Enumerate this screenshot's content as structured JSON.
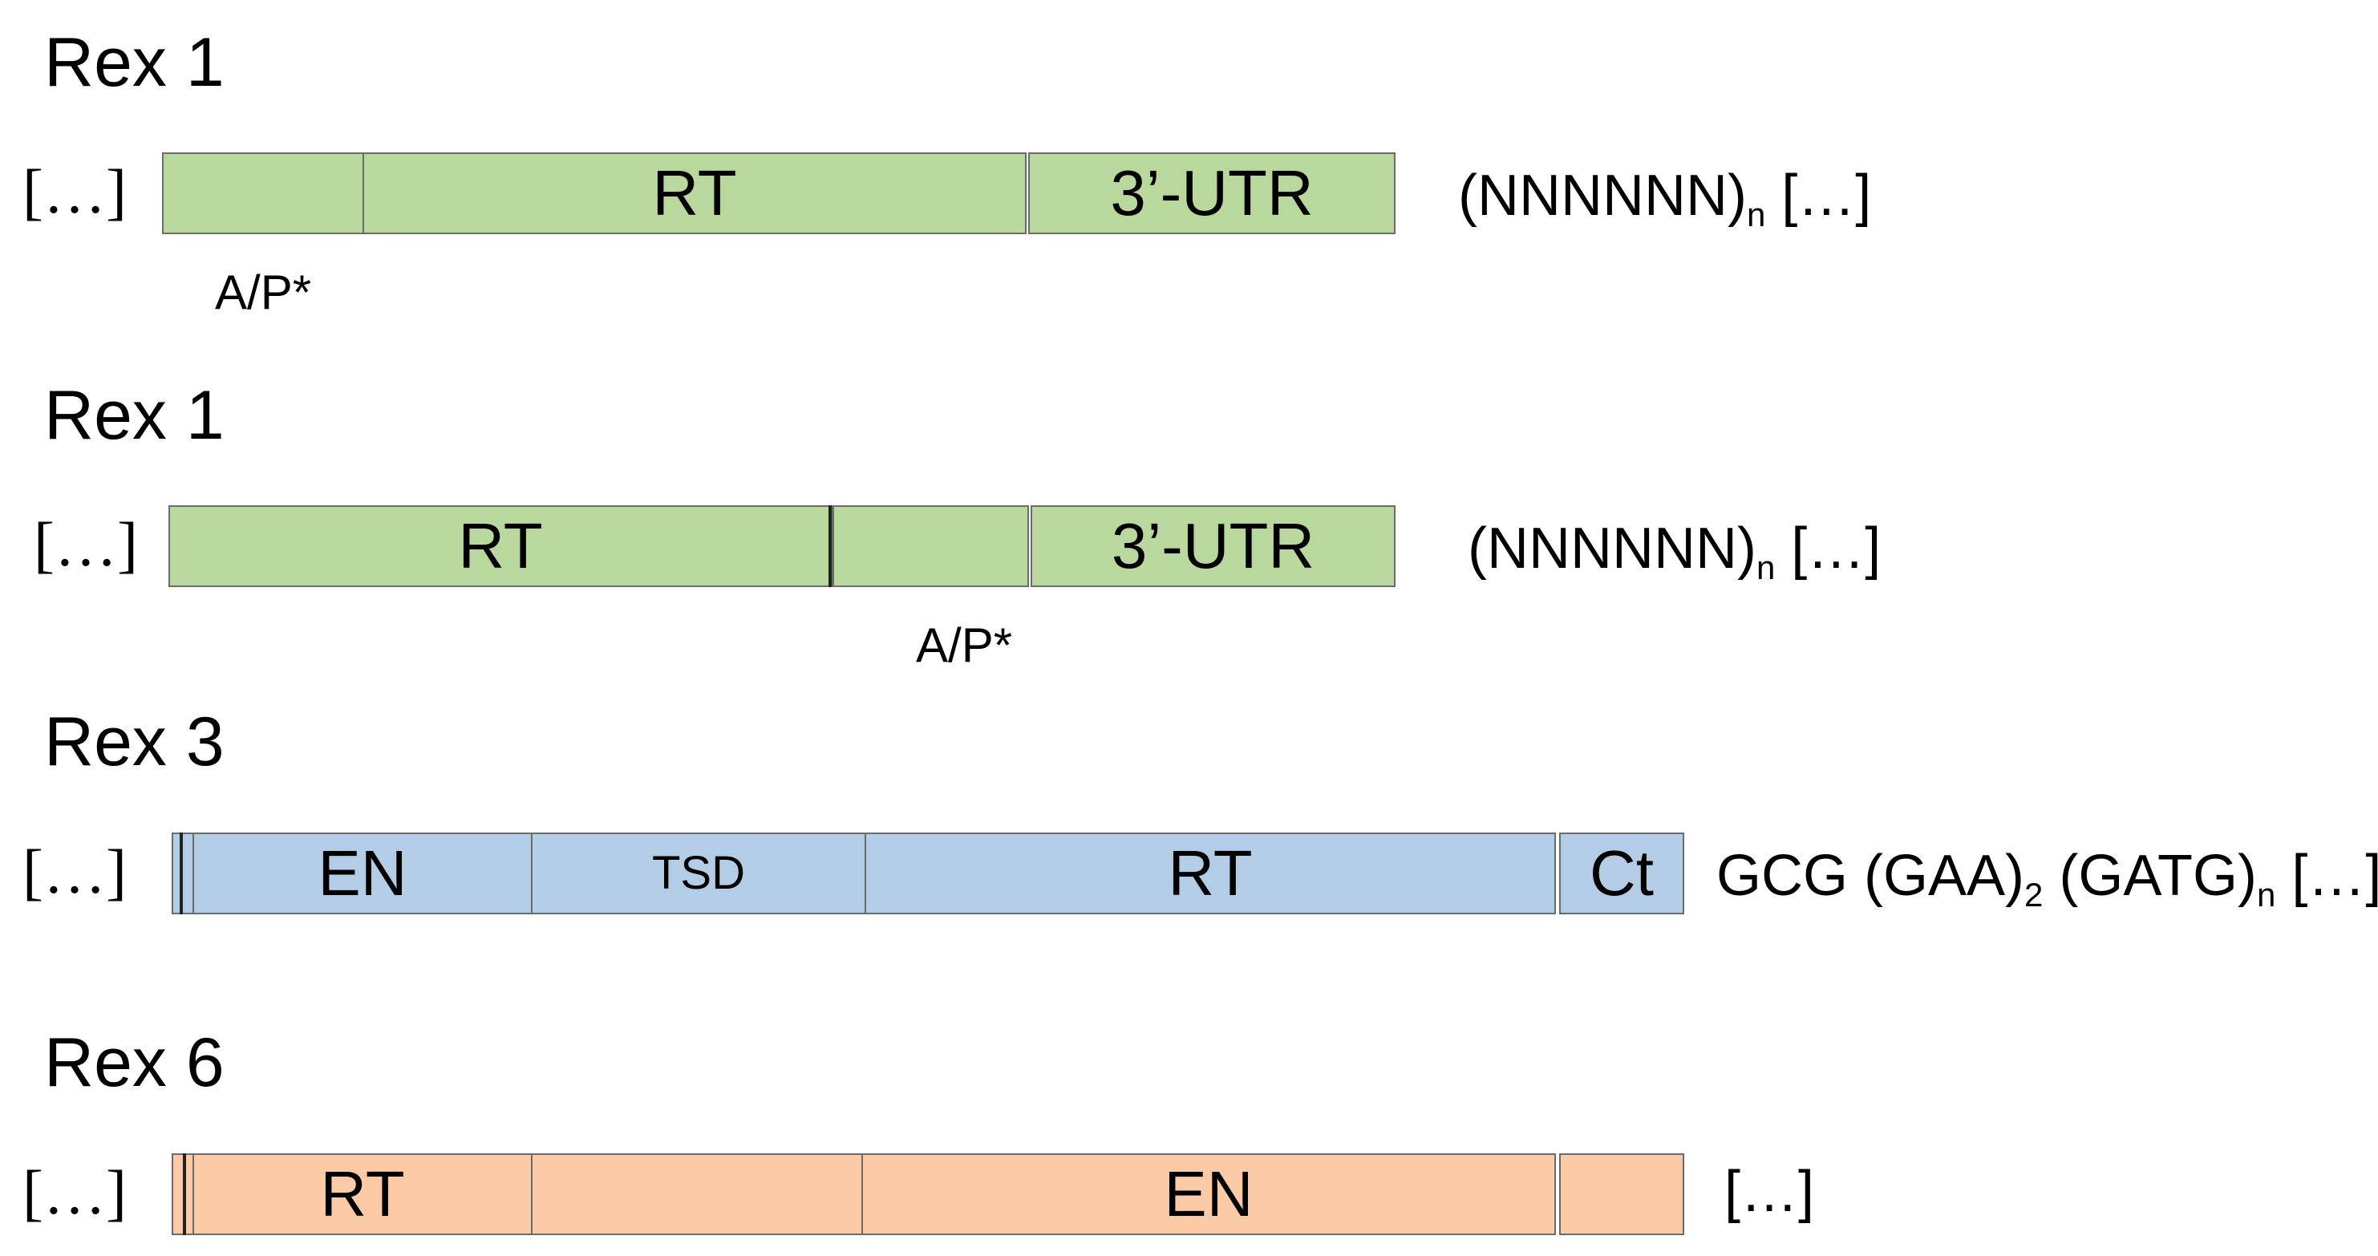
{
  "colors": {
    "rex1_fill": "#b9d89d",
    "rex3_fill": "#b3cde6",
    "rex6_fill": "#fbcaa6",
    "segment_border": "#6b6b6b"
  },
  "rows": [
    {
      "title": "Rex 1",
      "left_bracket": "[…]",
      "segments": [
        "",
        "RT",
        "3’-UTR"
      ],
      "marker": "A/P*",
      "tail": {
        "part1": "(NNNNNN)",
        "sub1": "n",
        "part2": " […]"
      }
    },
    {
      "title": "Rex 1",
      "left_bracket": "[…]",
      "segments": [
        "RT",
        "",
        "3’-UTR"
      ],
      "marker": "A/P*",
      "tail": {
        "part1": "(NNNNNN)",
        "sub1": "n",
        "part2": " […]"
      }
    },
    {
      "title": "Rex 3",
      "left_bracket": "[…]",
      "segments": [
        "",
        "EN",
        "TSD",
        "RT",
        "Ct"
      ],
      "tail": {
        "part1": "GCG (GAA)",
        "sub1": "2",
        "part2": " (GATG)",
        "sub2": "n",
        "part3": " […]"
      }
    },
    {
      "title": "Rex 6",
      "left_bracket": "[…]",
      "segments": [
        "",
        "RT",
        "",
        "EN",
        ""
      ],
      "tail": {
        "part1": "[…]"
      }
    }
  ]
}
